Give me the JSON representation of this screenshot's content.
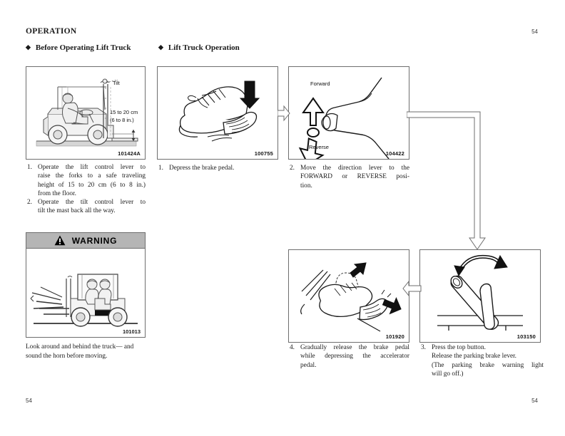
{
  "header": {
    "title": "OPERATION",
    "folio": "54"
  },
  "sections": [
    {
      "name": "before-operating",
      "bullet": "◆",
      "label": "Before Operating Lift Truck"
    },
    {
      "name": "lift-truck-operation",
      "bullet": "◆",
      "label": "Lift Truck Operation"
    }
  ],
  "figures": {
    "forklift_tilt": {
      "id": "101424A",
      "label_tilt": "Tilt",
      "label_height_line1": "15 to 20 cm",
      "label_height_line2": "(6 to 8 in.)"
    },
    "brake_pedal": {
      "id": "100755"
    },
    "direction_lever": {
      "id": "104422",
      "label_forward": "Forward",
      "label_reverse": "Reverse"
    },
    "accelerator": {
      "id": "101920"
    },
    "parking_brake": {
      "id": "103150"
    },
    "warning_figure": {
      "id": "101013"
    }
  },
  "warning": {
    "icon": "warning-triangle-icon",
    "title": "WARNING",
    "text_line1": "Look around and behind the truck—",
    "text_line2": "and sound the horn before moving."
  },
  "captions": {
    "forklift": [
      {
        "num": "1.",
        "lines": [
          "Operate the lift control lever to",
          "raise the forks to a safe traveling",
          "height of 15 to 20 cm (6 to 8 in.)",
          "from the floor."
        ]
      },
      {
        "num": "2.",
        "lines": [
          "Operate the tilt control lever to",
          "tilt the mast back all the way."
        ]
      }
    ],
    "brake": [
      {
        "num": "1.",
        "lines": [
          "Depress the brake pedal."
        ]
      }
    ],
    "direction": [
      {
        "num": "2.",
        "lines": [
          "Move the direction lever to the",
          "FORWARD or REVERSE posi-",
          "tion."
        ]
      }
    ],
    "accelerator": [
      {
        "num": "4.",
        "lines": [
          "Gradually release the brake pedal",
          "while depressing the accelerator",
          "pedal."
        ]
      }
    ],
    "parking": [
      {
        "num": "3.",
        "lines": [
          "Press the top button.",
          "Release the parking brake lever.",
          "(The parking brake warning light",
          "will go off.)"
        ]
      }
    ]
  },
  "flow": {
    "arrow_1_to_2": "arrow-right-icon",
    "arrow_3_to_4": "arrow-left-icon",
    "arrow_2_to_3": "arrow-down-icon"
  },
  "colors": {
    "rule": "#6e6e6e",
    "warning_header_bg": "#b5b5b5",
    "ink": "#1a1a1a",
    "ground": "#d6d6d6"
  }
}
